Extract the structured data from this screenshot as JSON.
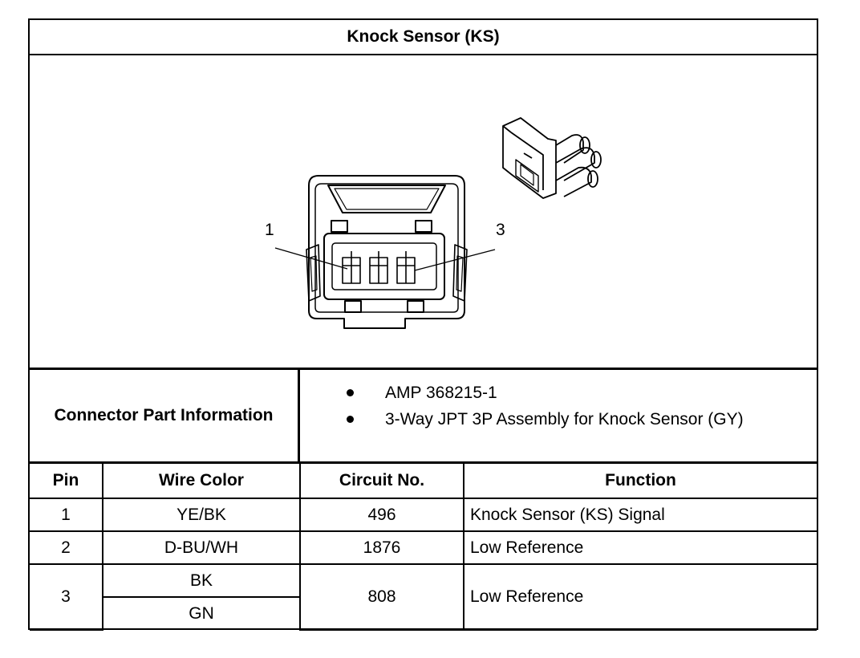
{
  "title": "Knock Sensor (KS)",
  "figure": {
    "callout_left": "1",
    "callout_right": "3"
  },
  "connector_info": {
    "label": "Connector Part Information",
    "items": [
      "AMP 368215-1",
      "3-Way JPT 3P Assembly for Knock Sensor (GY)"
    ]
  },
  "table": {
    "headers": [
      "Pin",
      "Wire Color",
      "Circuit No.",
      "Function"
    ],
    "rows": [
      {
        "pin": "1",
        "wire_colors": [
          "YE/BK"
        ],
        "circuit": "496",
        "function": "Knock Sensor (KS) Signal"
      },
      {
        "pin": "2",
        "wire_colors": [
          "D-BU/WH"
        ],
        "circuit": "1876",
        "function": "Low Reference"
      },
      {
        "pin": "3",
        "wire_colors": [
          "BK",
          "GN"
        ],
        "circuit": "808",
        "function": "Low Reference"
      }
    ]
  }
}
